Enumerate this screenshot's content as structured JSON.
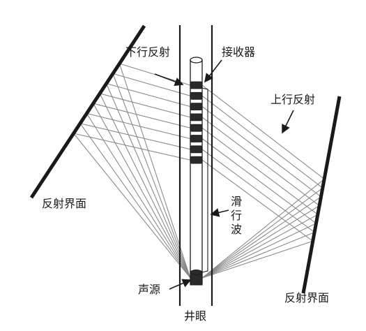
{
  "labels": {
    "downgoing_reflection": "下行反射",
    "receiver": "接收器",
    "upgoing_reflection": "上行反射",
    "left_interface": "反射界面",
    "sliding_wave_1": "滑",
    "sliding_wave_2": "行",
    "sliding_wave_3": "波",
    "source": "声源",
    "right_interface": "反射界面",
    "borehole": "井眼"
  },
  "colors": {
    "ray": "#8a8a8a",
    "line": "#1a1a1a",
    "receiver": "#2a2a2a",
    "tool_fill": "#ffffff"
  }
}
